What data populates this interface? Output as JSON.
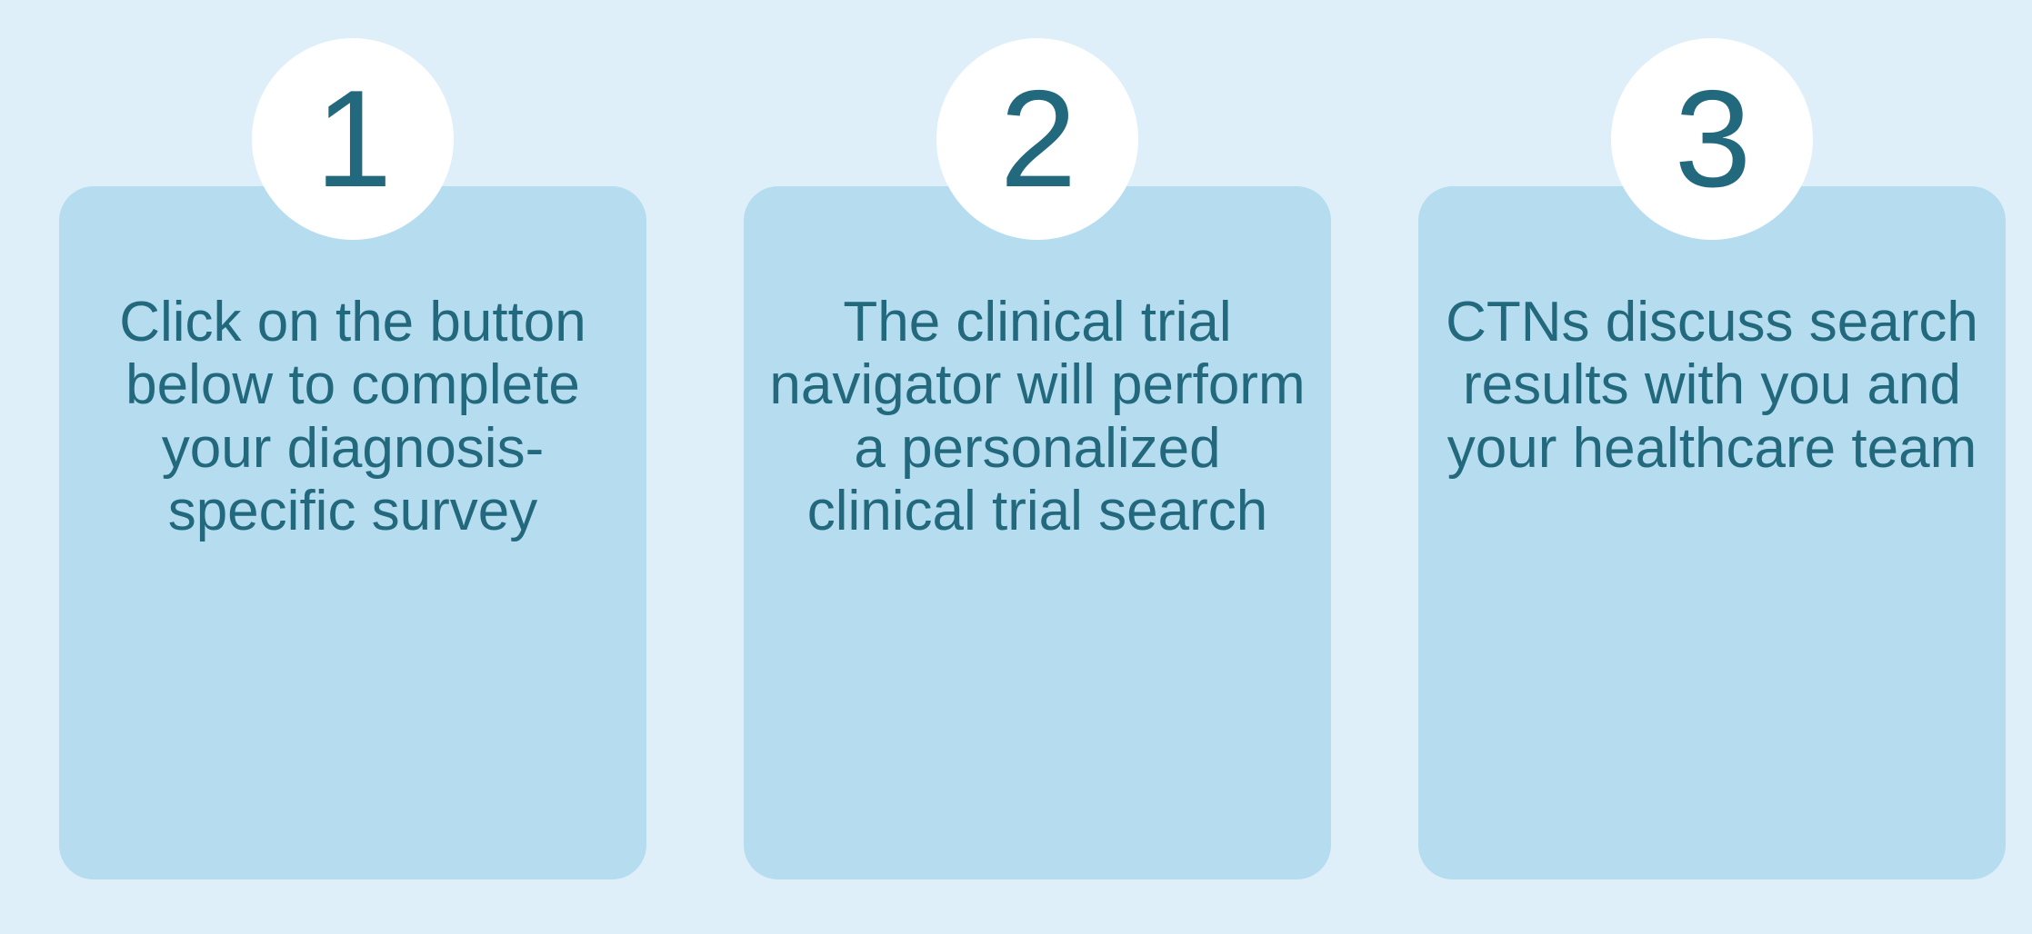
{
  "theme": {
    "background_color": "#deeffa",
    "card_color": "#b6dcef",
    "badge_color": "#ffffff",
    "text_color": "#23697d"
  },
  "steps": [
    {
      "number": "1",
      "text": "Click on the button below to complete your diagnosis-specific survey"
    },
    {
      "number": "2",
      "text": "The clinical trial navigator will perform a personalized clinical trial search"
    },
    {
      "number": "3",
      "text": "CTNs discuss search results with you and your healthcare team"
    }
  ]
}
